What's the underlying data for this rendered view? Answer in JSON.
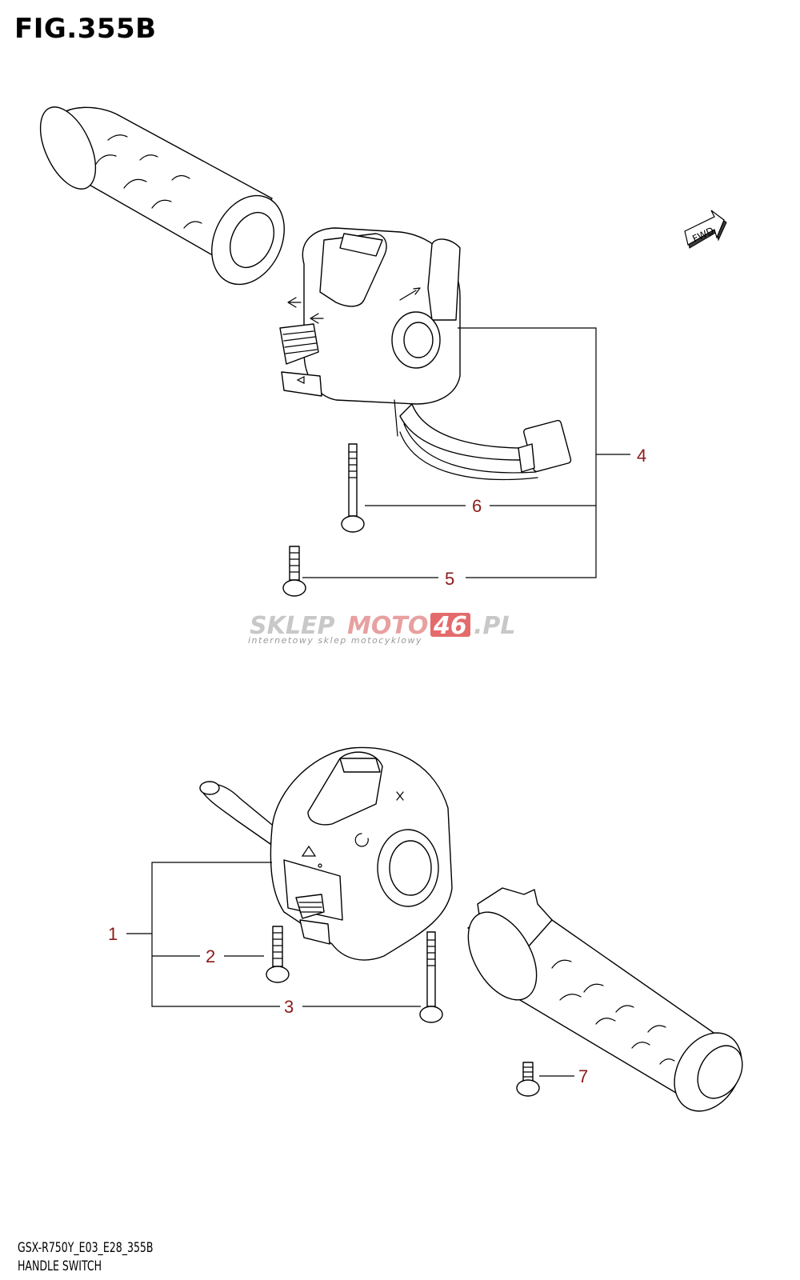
{
  "figure": {
    "title": "FIG.355B"
  },
  "fwd_label": "FWD",
  "callouts": [
    "1",
    "2",
    "3",
    "4",
    "5",
    "6",
    "7"
  ],
  "watermark": {
    "part1": "SKLEP",
    "part2": "MOTO",
    "part3": "46",
    "part4": ".PL",
    "tagline": "internetowy sklep motocyklowy",
    "colors": {
      "gray": "#c8c8c8",
      "accent": "#e8a0a0",
      "badge": "#e36b6b"
    }
  },
  "footer": {
    "model_code": "GSX-R750Y_E03_E28_355B",
    "caption": "HANDLE SWITCH"
  }
}
